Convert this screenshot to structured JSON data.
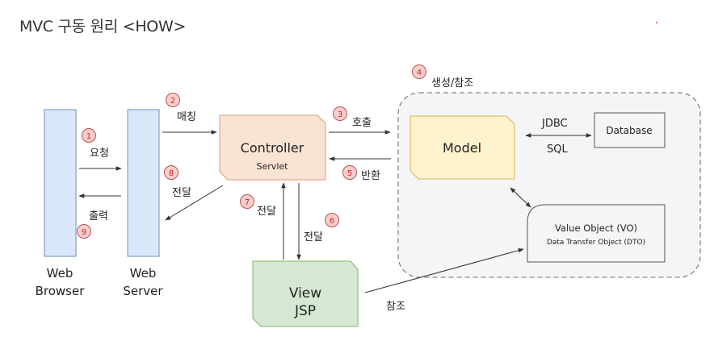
{
  "title": "MVC 구동 원리 <HOW>",
  "columns": {
    "browser": [
      "Web",
      "Browser"
    ],
    "server": [
      "Web",
      "Server"
    ]
  },
  "nodes": {
    "controller": {
      "title": "Controller",
      "subtitle": "Servlet"
    },
    "model": {
      "title": "Model"
    },
    "view": {
      "line1": "View",
      "line2": "JSP"
    },
    "database": {
      "title": "Database"
    },
    "vo": {
      "title": "Value Object (VO)",
      "subtitle": "Data Transfer Object (DTO)"
    }
  },
  "steps": [
    {
      "num": "1",
      "label": "요청"
    },
    {
      "num": "2",
      "label": "매칭"
    },
    {
      "num": "3",
      "label": "호출"
    },
    {
      "num": "4",
      "label": "생성/참조"
    },
    {
      "num": "5",
      "label": "반환"
    },
    {
      "num": "6",
      "label": "전달"
    },
    {
      "num": "7",
      "label": "전달"
    },
    {
      "num": "8",
      "label": "전달"
    },
    {
      "num": "9",
      "label": "출력"
    }
  ],
  "labels": {
    "jdbc": "JDBC",
    "sql": "SQL",
    "reference": "참조"
  },
  "colors": {
    "column_fill": "#dae8fc",
    "column_stroke": "#6c8ebf",
    "controller_fill": "#fbe3d4",
    "controller_stroke": "#d79b7c",
    "model_fill": "#fff2cc",
    "model_stroke": "#d6b656",
    "view_fill": "#d5e8d4",
    "view_stroke": "#82b366",
    "step_circle_fill": "#f8cecc",
    "step_circle_stroke": "#b85450"
  }
}
